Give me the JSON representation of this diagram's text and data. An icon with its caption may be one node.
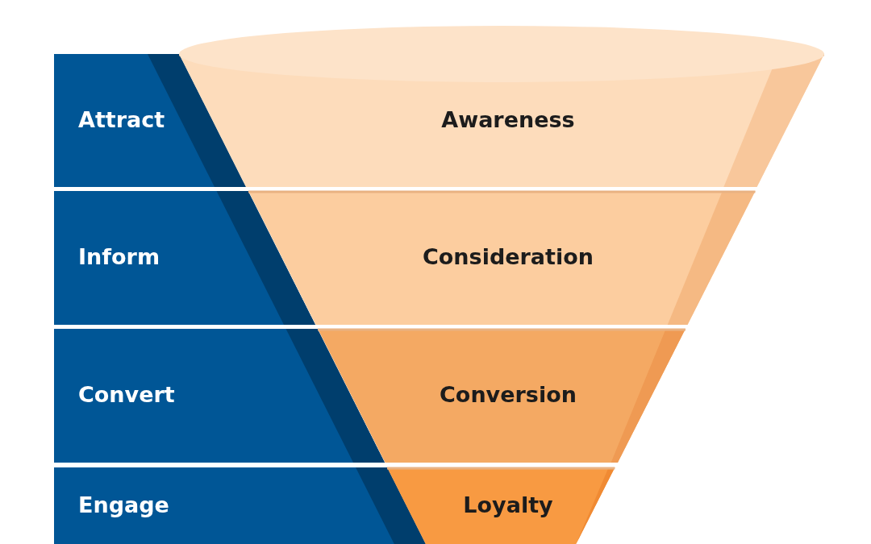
{
  "diagram": {
    "nodes": [
      {
        "text": [
          "Attract"
        ]
      },
      {
        "text": [
          "Awareness"
        ]
      },
      {
        "text": [
          "Inform"
        ]
      },
      {
        "text": [
          "Consideration"
        ]
      },
      {
        "text": [
          "Convert"
        ]
      },
      {
        "text": [
          "Conversion"
        ]
      },
      {
        "text": [
          "Engage"
        ]
      },
      {
        "text": [
          "Loyalty"
        ]
      }
    ]
  }
}
